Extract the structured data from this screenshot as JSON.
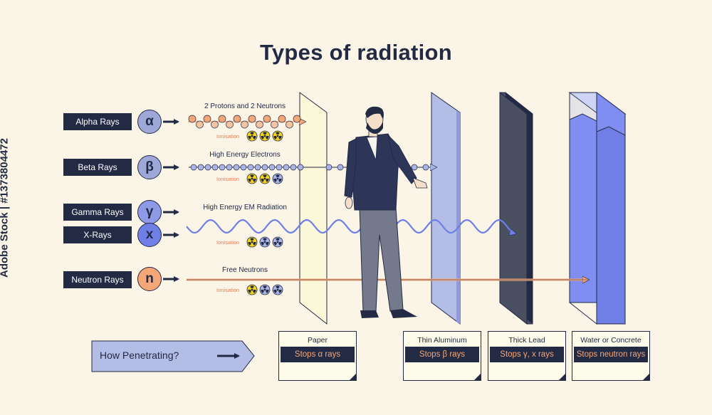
{
  "title": "Types of radiation",
  "watermark": "Adobe Stock | #1373804472",
  "rays": [
    {
      "label": "Alpha Rays",
      "symbol": "α",
      "caption": "2 Protons and 2 Neutrons",
      "ionisation": "Ionisation",
      "color": "#9ea8d8"
    },
    {
      "label": "Beta Rays",
      "symbol": "β",
      "caption": "High Energy Electrons",
      "ionisation": "Ionisation",
      "color": "#9ea8d8"
    },
    {
      "label": "Gamma Rays",
      "symbol": "γ",
      "caption": "High Energy EM Radiation",
      "ionisation": "Ionisation",
      "color": "#8f9ae6"
    },
    {
      "label": "X-Rays",
      "symbol": "x",
      "color": "#6f7fe6"
    },
    {
      "label": "Neutron Rays",
      "symbol": "n",
      "caption": "Free Neutrons",
      "ionisation": "Ionisation",
      "color": "#f5a777"
    }
  ],
  "how_penetrating": "How Penetrating?",
  "barriers": [
    {
      "title": "Paper",
      "stops": "Stops α rays"
    },
    {
      "title": "Thin Aluminum",
      "stops": "Stops β rays"
    },
    {
      "title": "Thick Lead",
      "stops": "Stops γ, x rays"
    },
    {
      "title": "Water or Concrete",
      "stops": "Stops neutron rays"
    }
  ],
  "colors": {
    "navy": "#222a44",
    "background": "#fbf5e8",
    "orange": "#f5a777",
    "ionisation_text": "#e97b48",
    "wave": "#6f7fe6",
    "aluminum": "#b4bde6",
    "lead": "#4a4f62",
    "water": "#7f8ef0",
    "paper": "#fbf7d9",
    "hazard_yellow": "#f2d21b",
    "hazard_blue": "#aab4e6"
  }
}
